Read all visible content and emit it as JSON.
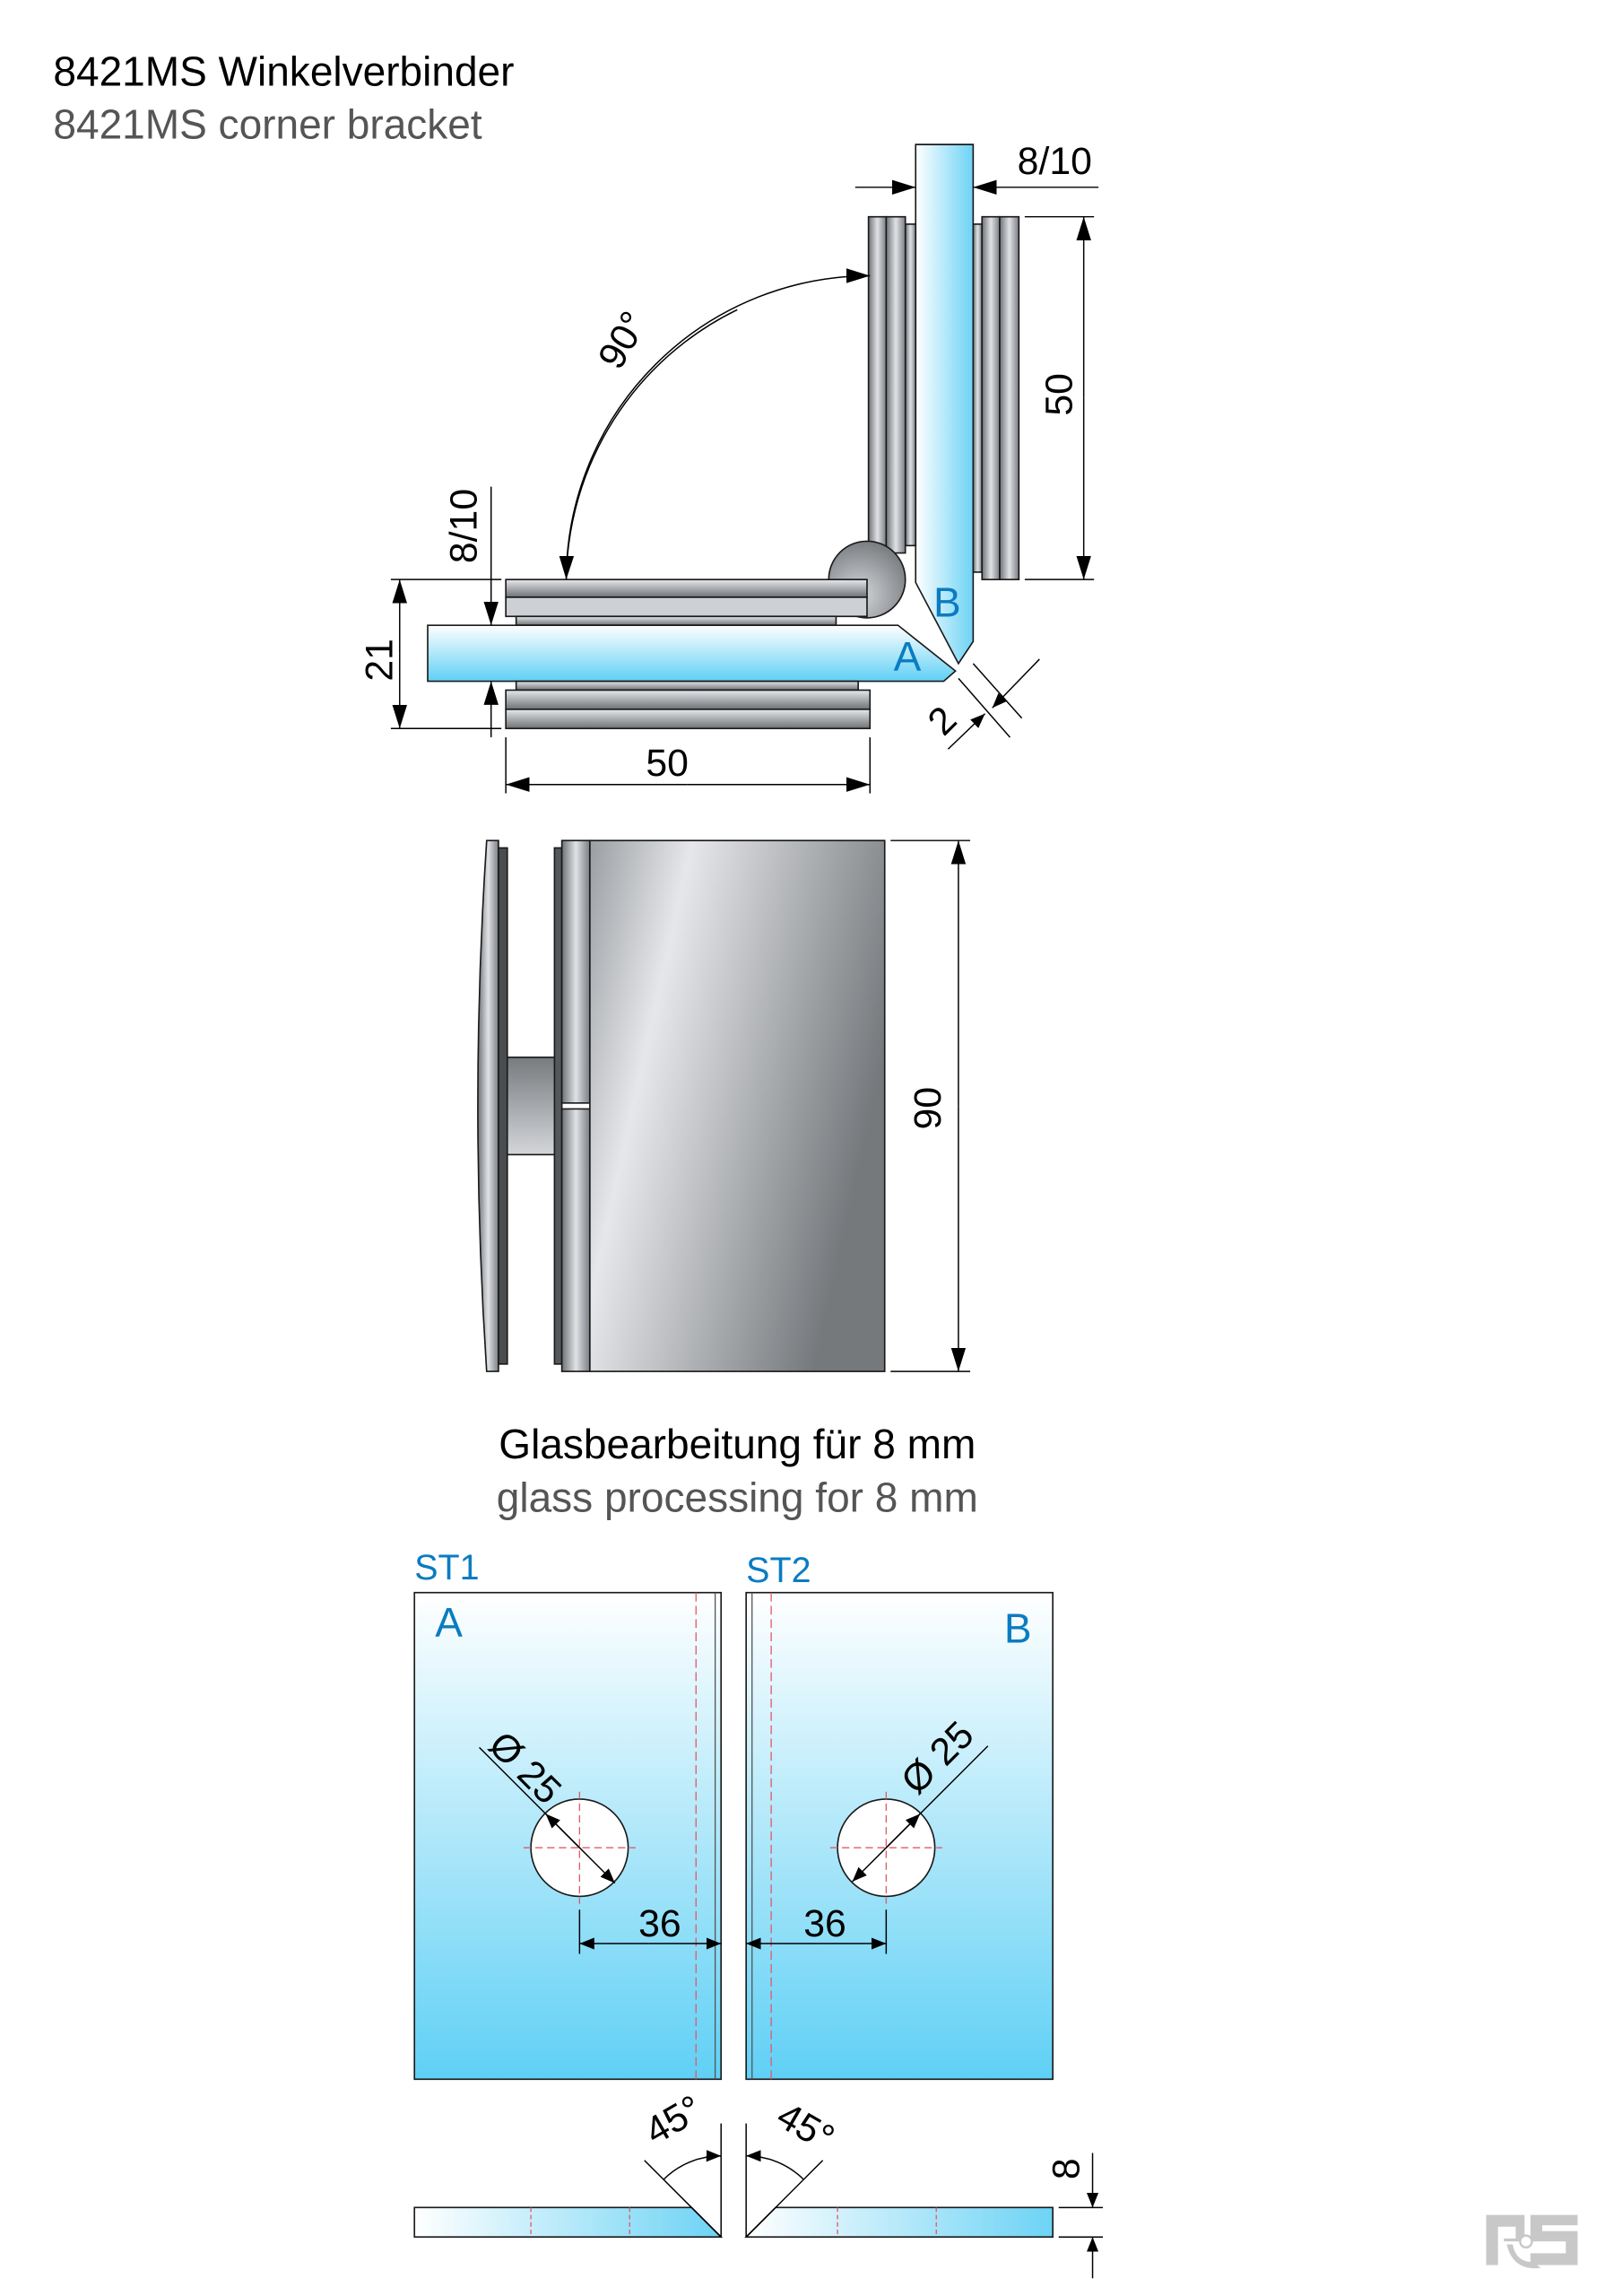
{
  "header": {
    "title_de": "8421MS Winkelverbinder",
    "title_en": "8421MS corner bracket"
  },
  "top_view": {
    "dim_glass_top": "8/10",
    "dim_height_right": "50",
    "angle": "90°",
    "dim_glass_left": "8/10",
    "dim_total_left": "21",
    "dim_width_bottom": "50",
    "dim_gap": "2",
    "label_a": "A",
    "label_b": "B"
  },
  "side_view": {
    "dim_height": "90"
  },
  "processing": {
    "title_de": "Glasbearbeitung für 8 mm",
    "title_en": "glass processing for 8 mm",
    "panels": [
      {
        "id": "ST1",
        "glass": "A",
        "hole": "Ø 25",
        "offset": "36",
        "bevel": "45°"
      },
      {
        "id": "ST2",
        "glass": "B",
        "hole": "Ø 25",
        "offset": "36",
        "bevel": "45°"
      }
    ],
    "thickness": "8"
  },
  "colors": {
    "accent": "#0a7cc1",
    "glass_top": "#ffffff",
    "glass_bottom": "#5fd0f5",
    "metal_dark": "#6e7275",
    "metal_light": "#e4e6ea"
  },
  "logo": {
    "text": "RS"
  }
}
